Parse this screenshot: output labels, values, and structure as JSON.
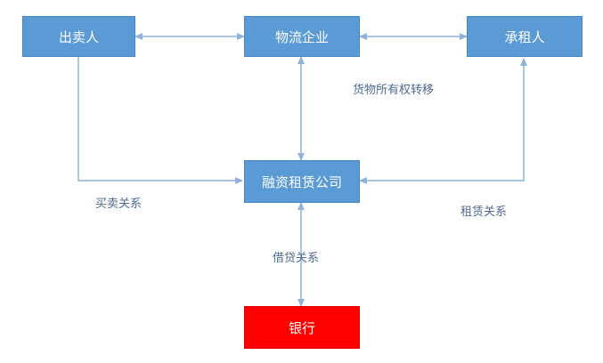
{
  "colors": {
    "node_fill": "#5b9bd5",
    "bank_fill": "#ff0000",
    "connector": "#8fb3d9",
    "label_text": "#4f6a8f"
  },
  "nodes": {
    "seller": "出卖人",
    "logistics": "物流企业",
    "lessee": "承租人",
    "leasing_company": "融资租赁公司",
    "bank": "银行"
  },
  "edge_labels": {
    "ownership_transfer": "货物所有权转移",
    "sale_relation": "买卖关系",
    "lease_relation": "租赁关系",
    "loan_relation": "借贷关系"
  }
}
